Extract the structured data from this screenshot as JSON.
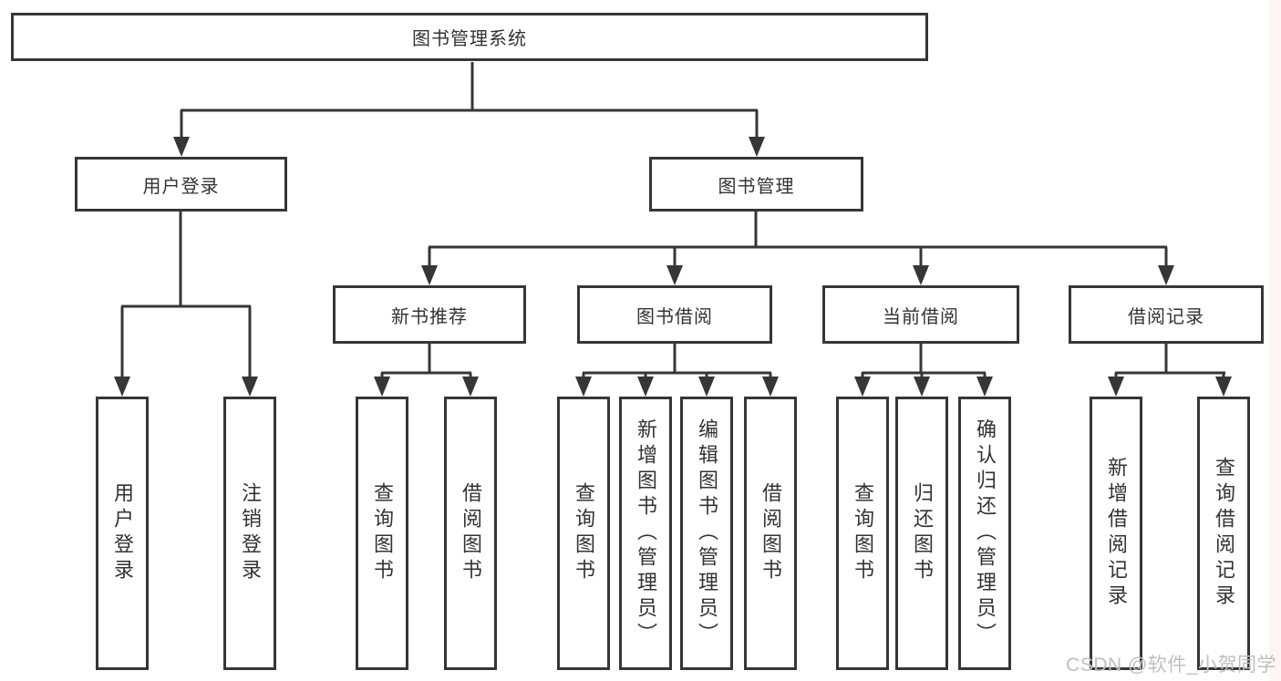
{
  "tree": {
    "label": "图书管理系统",
    "children": [
      {
        "label": "用户登录",
        "children": [
          {
            "label": "用户登录"
          },
          {
            "label": "注销登录"
          }
        ]
      },
      {
        "label": "图书管理",
        "children": [
          {
            "label": "新书推荐",
            "children": [
              {
                "label": "查询图书"
              },
              {
                "label": "借阅图书"
              }
            ]
          },
          {
            "label": "图书借阅",
            "children": [
              {
                "label": "查询图书"
              },
              {
                "label": "新增图书（管理员）"
              },
              {
                "label": "编辑图书（管理员）"
              },
              {
                "label": "借阅图书"
              }
            ]
          },
          {
            "label": "当前借阅",
            "children": [
              {
                "label": "查询图书"
              },
              {
                "label": "归还图书"
              },
              {
                "label": "确认归还（管理员）"
              }
            ]
          },
          {
            "label": "借阅记录",
            "children": [
              {
                "label": "新增借阅记录"
              },
              {
                "label": "查询借阅记录"
              }
            ]
          }
        ]
      }
    ]
  },
  "watermark": {
    "text": "CSDN @软件_小贺同学"
  },
  "colors": {
    "line": "#363636",
    "box_border": "#363636",
    "text": "#333333",
    "watermark_text": "#bfbfbf",
    "background": "#ffffff",
    "right_edge_tint": "#fbeceb"
  }
}
